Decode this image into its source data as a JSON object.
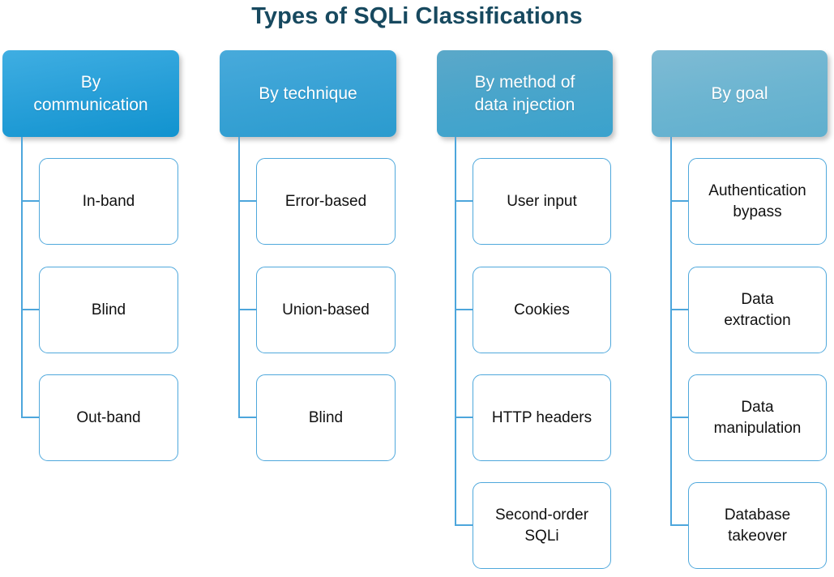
{
  "title": "Types of SQLi Classifications",
  "colors": {
    "title_text": "#17495F",
    "connector": "#4DA6DC",
    "child_border": "#4FA8DC",
    "child_fill": "#FFFFFF",
    "child_text": "#111111",
    "header_text": "#FFFFFF",
    "header_1_top": "#3FAEE2",
    "header_1_bottom": "#1193CF",
    "header_2_top": "#48AADB",
    "header_2_bottom": "#2B9BCE",
    "header_3_top": "#5BA8C9",
    "header_3_bottom": "#3AA2CD",
    "header_4_top": "#7FBBD4",
    "header_4_bottom": "#5FAFCE"
  },
  "columns": [
    {
      "id": "by-communication",
      "header": "By\ncommunication",
      "children": [
        {
          "id": "in-band",
          "label": "In-band"
        },
        {
          "id": "blind",
          "label": "Blind"
        },
        {
          "id": "out-band",
          "label": "Out-band"
        }
      ]
    },
    {
      "id": "by-technique",
      "header": "By technique",
      "children": [
        {
          "id": "error-based",
          "label": "Error-based"
        },
        {
          "id": "union-based",
          "label": "Union-based"
        },
        {
          "id": "blind",
          "label": "Blind"
        }
      ]
    },
    {
      "id": "by-method-of-data-injection",
      "header": "By method of\ndata injection",
      "children": [
        {
          "id": "user-input",
          "label": "User input"
        },
        {
          "id": "cookies",
          "label": "Cookies"
        },
        {
          "id": "http-headers",
          "label": "HTTP headers"
        },
        {
          "id": "second-order-sqli",
          "label": "Second-order\nSQLi"
        }
      ]
    },
    {
      "id": "by-goal",
      "header": "By goal",
      "children": [
        {
          "id": "authentication-bypass",
          "label": "Authentication\nbypass"
        },
        {
          "id": "data-extraction",
          "label": "Data\nextraction"
        },
        {
          "id": "data-manipulation",
          "label": "Data\nmanipulation"
        },
        {
          "id": "database-takeover",
          "label": "Database\ntakeover"
        }
      ]
    }
  ]
}
